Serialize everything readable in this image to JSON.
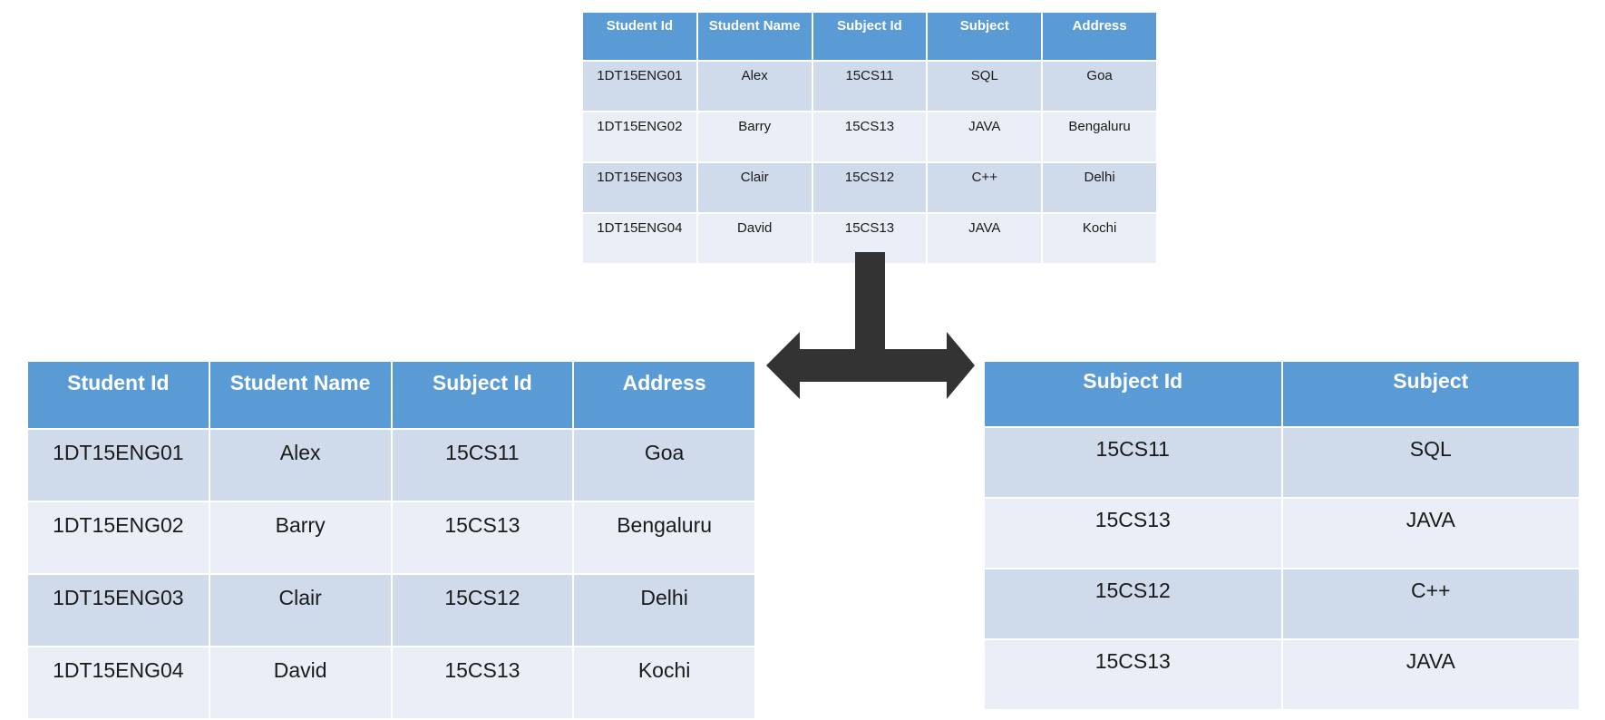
{
  "original_table": {
    "headers": [
      "Student Id",
      "Student Name",
      "Subject Id",
      "Subject",
      "Address"
    ],
    "rows": [
      [
        "1DT15ENG01",
        "Alex",
        "15CS11",
        "SQL",
        "Goa"
      ],
      [
        "1DT15ENG02",
        "Barry",
        "15CS13",
        "JAVA",
        "Bengaluru"
      ],
      [
        "1DT15ENG03",
        "Clair",
        "15CS12",
        "C++",
        "Delhi"
      ],
      [
        "1DT15ENG04",
        "David",
        "15CS13",
        "JAVA",
        "Kochi"
      ]
    ]
  },
  "student_table": {
    "headers": [
      "Student Id",
      "Student Name",
      "Subject Id",
      "Address"
    ],
    "rows": [
      [
        "1DT15ENG01",
        "Alex",
        "15CS11",
        "Goa"
      ],
      [
        "1DT15ENG02",
        "Barry",
        "15CS13",
        "Bengaluru"
      ],
      [
        "1DT15ENG03",
        "Clair",
        "15CS12",
        "Delhi"
      ],
      [
        "1DT15ENG04",
        "David",
        "15CS13",
        "Kochi"
      ]
    ]
  },
  "subject_table": {
    "headers": [
      "Subject Id",
      "Subject"
    ],
    "rows": [
      [
        "15CS11",
        "SQL"
      ],
      [
        "15CS13",
        "JAVA"
      ],
      [
        "15CS12",
        "C++"
      ],
      [
        "15CS13",
        "JAVA"
      ]
    ]
  },
  "arrow": {
    "icon": "split-arrow-icon",
    "color": "#333333"
  },
  "colors": {
    "header_bg": "#5b9bd5",
    "row_odd_bg": "#cfdaeb",
    "row_even_bg": "#e9eef7"
  }
}
